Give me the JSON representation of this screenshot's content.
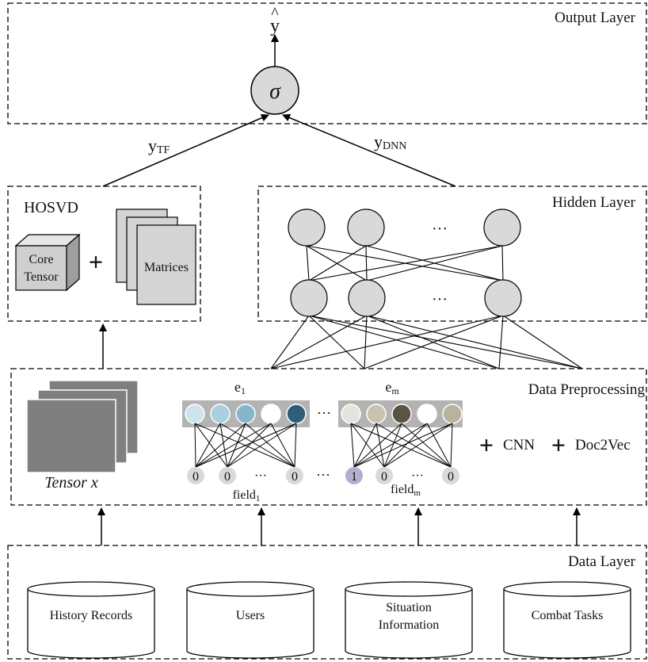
{
  "layers": {
    "output": "Output Layer",
    "hidden": "Hidden Layer",
    "preprocessing": "Data Preprocessing",
    "data": "Data Layer"
  },
  "output_node": {
    "symbol": "σ",
    "hat": "^",
    "y": "y"
  },
  "edges": {
    "tf_label": {
      "main": "y",
      "sub": "TF"
    },
    "dnn_label": {
      "main": "y",
      "sub": "DNN"
    }
  },
  "hosvd": {
    "title": "HOSVD",
    "core_line1": "Core",
    "core_line2": "Tensor",
    "plus": "+",
    "matrices": "Matrices"
  },
  "hidden": {
    "ellipsis_top": "···",
    "ellipsis_bottom": "···"
  },
  "preprocessing": {
    "tensor_label": "Tensor x",
    "embed1": {
      "main": "e",
      "sub": "1"
    },
    "embedm": {
      "main": "e",
      "sub": "m"
    },
    "embed_ellipsis": "···",
    "field1": {
      "main": "field",
      "sub": "1",
      "values": [
        "0",
        "0",
        "···",
        "0"
      ]
    },
    "fieldm": {
      "main": "field",
      "sub": "m",
      "values": [
        "1",
        "0",
        "···",
        "0"
      ]
    },
    "field_ellipsis": "···",
    "cnn": "CNN",
    "doc2vec": "Doc2Vec",
    "plus": "+",
    "embed1_colors": [
      "#cfe3ec",
      "#a9cfe0",
      "#86b6cc",
      "#ffffff",
      "#2f5f78"
    ],
    "embedm_colors": [
      "#e6e3dc",
      "#c9c2ad",
      "#5a5444",
      "#ffffff",
      "#b9b29c"
    ],
    "active_field_color": "#b4aecf",
    "field_color": "#d9d9d9"
  },
  "data_sources": [
    {
      "line1": "History Records",
      "line2": ""
    },
    {
      "line1": "Users",
      "line2": ""
    },
    {
      "line1": "Situation",
      "line2": "Information"
    },
    {
      "line1": "Combat Tasks",
      "line2": ""
    }
  ]
}
